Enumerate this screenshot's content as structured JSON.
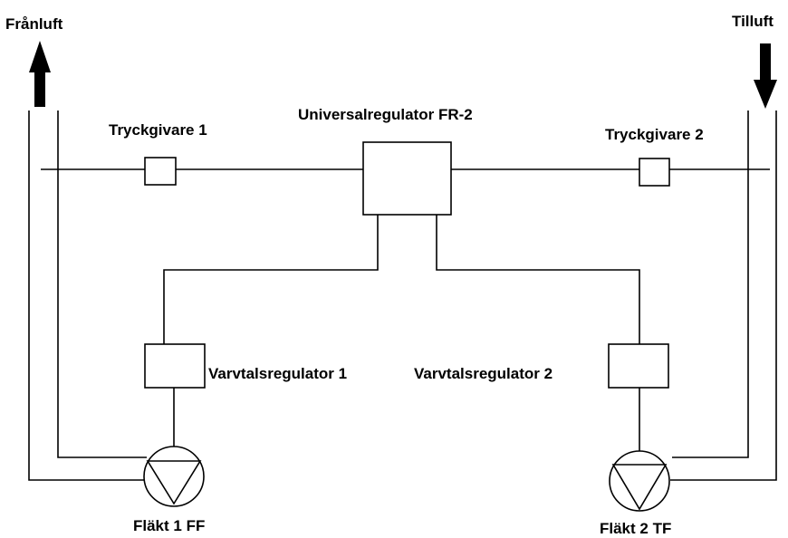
{
  "labels": {
    "exhaust_air": "Frånluft",
    "supply_air": "Tilluft",
    "universal_regulator": "Universalregulator FR-2",
    "pressure_sensor_1": "Tryckgivare 1",
    "pressure_sensor_2": "Tryckgivare 2",
    "speed_regulator_1": "Varvtalsregulator 1",
    "speed_regulator_2": "Varvtalsregulator 2",
    "fan_1": "Fläkt 1 FF",
    "fan_2": "Fläkt 2 TF"
  }
}
